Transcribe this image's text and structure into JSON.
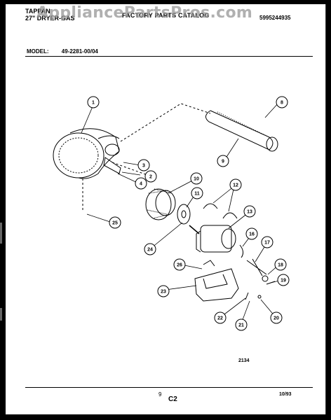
{
  "watermark": "AppliancePartsPros.com",
  "header": {
    "brand": "TAPPAN",
    "product": "27\" DRYER-GAS",
    "catalog_title": "FACTORY PARTS CATALOG",
    "part_number": "5995244935"
  },
  "model": {
    "label": "MODEL:",
    "value": "49-2281-00/04"
  },
  "drawing_number": "2134",
  "footer": {
    "page": "9",
    "section": "C2",
    "date": "10/93"
  },
  "callouts": [
    "1",
    "2",
    "3",
    "4",
    "8",
    "9",
    "10",
    "11",
    "12",
    "13",
    "16",
    "17",
    "18",
    "19",
    "20",
    "21",
    "22",
    "23",
    "24",
    "25",
    "26"
  ]
}
